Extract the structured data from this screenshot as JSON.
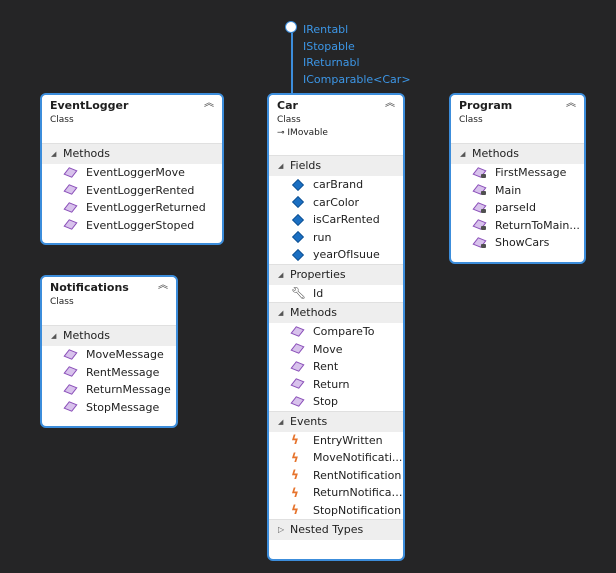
{
  "interfaces": [
    "IRentabl",
    "IStopable",
    "IReturnabl",
    "IComparable<Car>"
  ],
  "classes": {
    "eventlogger": {
      "name": "EventLogger",
      "kind": "Class",
      "sections": {
        "methods": {
          "label": "Methods",
          "items": [
            "EventLoggerMove",
            "EventLoggerRented",
            "EventLoggerReturned",
            "EventLoggerStoped"
          ]
        }
      }
    },
    "notifications": {
      "name": "Notifications",
      "kind": "Class",
      "sections": {
        "methods": {
          "label": "Methods",
          "items": [
            "MoveMessage",
            "RentMessage",
            "ReturnMessage",
            "StopMessage"
          ]
        }
      }
    },
    "car": {
      "name": "Car",
      "kind": "Class",
      "implements": "IMovable",
      "sections": {
        "fields": {
          "label": "Fields",
          "items": [
            "carBrand",
            "carColor",
            "isCarRented",
            "run",
            "yearOfIsuue"
          ]
        },
        "properties": {
          "label": "Properties",
          "items": [
            "Id"
          ]
        },
        "methods": {
          "label": "Methods",
          "items": [
            "CompareTo",
            "Move",
            "Rent",
            "Return",
            "Stop"
          ]
        },
        "events": {
          "label": "Events",
          "items": [
            "EntryWritten",
            "MoveNotificati...",
            "RentNotification",
            "ReturnNotificati...",
            "StopNotification"
          ]
        },
        "nested": {
          "label": "Nested Types"
        }
      }
    },
    "program": {
      "name": "Program",
      "kind": "Class",
      "sections": {
        "methods": {
          "label": "Methods",
          "items": [
            "FirstMessage",
            "Main",
            "parseId",
            "ReturnToMain...",
            "ShowCars"
          ]
        }
      }
    }
  },
  "icons": {
    "collapse": "double-chevron-up",
    "expanded_section": "triangle-down",
    "collapsed_section": "triangle-right",
    "implements": "arrow-right"
  },
  "colors": {
    "background": "#252526",
    "border": "#3c8ddb",
    "interface_text": "#3c96e6",
    "event_icon": "#e6732c",
    "field_icon": "#1b6fc2",
    "method_icon": "#8a4fb8"
  }
}
